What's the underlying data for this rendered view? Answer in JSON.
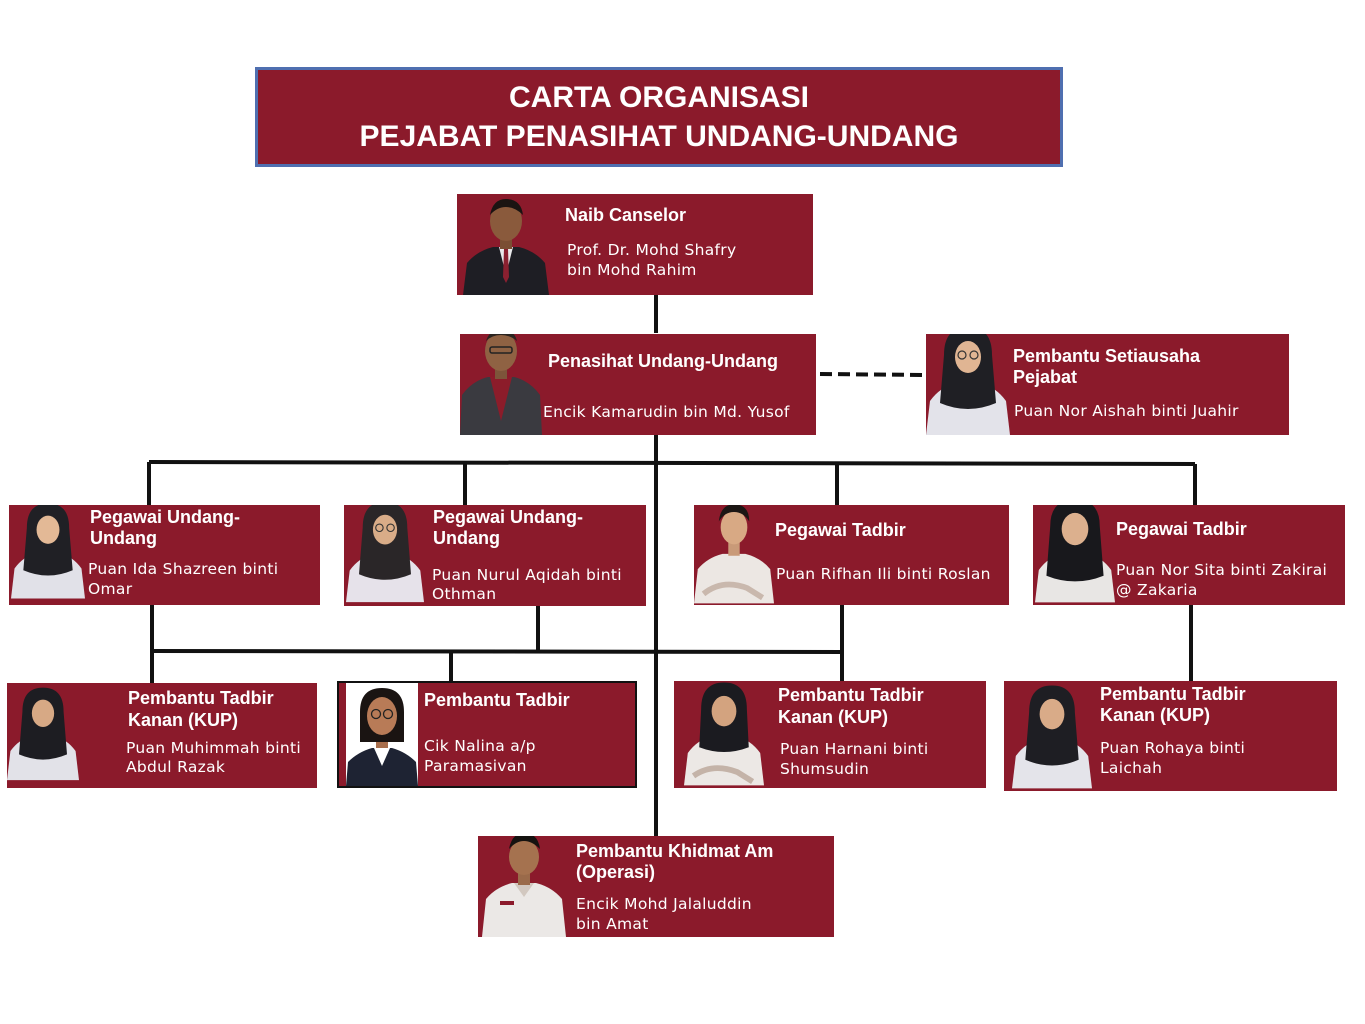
{
  "title": {
    "line1": "CARTA ORGANISASI",
    "line2": "PEJABAT PENASIHAT UNDANG-UNDANG"
  },
  "colors": {
    "box": "#8b1a2b",
    "title_border": "#4f6fb0",
    "line": "#111111"
  },
  "nodes": {
    "vc": {
      "role": "Naib Canselor",
      "name1": "Prof. Dr. Mohd Shafry",
      "name2": "bin Mohd Rahim",
      "photo": "man-in-suit-photo"
    },
    "legal": {
      "role": "Penasihat Undang-Undang",
      "name1": "Encik Kamarudin bin Md. Yusof",
      "photo": "man-in-suit-photo"
    },
    "sec": {
      "role1": "Pembantu Setiausaha",
      "role2": "Pejabat",
      "name1": "Puan Nor Aishah binti Juahir",
      "photo": "woman-in-hijab-photo"
    },
    "puu1": {
      "role1": "Pegawai Undang-",
      "role2": "Undang",
      "name1": "Puan Ida Shazreen binti",
      "name2": "Omar",
      "photo": "woman-in-hijab-photo"
    },
    "puu2": {
      "role1": "Pegawai Undang-",
      "role2": "Undang",
      "name1": "Puan Nurul Aqidah binti",
      "name2": "Othman",
      "photo": "woman-in-hijab-photo"
    },
    "pt1": {
      "role": "Pegawai Tadbir",
      "name1": "Puan Rifhan Ili binti Roslan",
      "photo": "woman-in-uniform-photo"
    },
    "pt2": {
      "role": "Pegawai Tadbir",
      "name1": "Puan Nor Sita binti Zakirai",
      "name2": "@ Zakaria",
      "photo": "woman-in-hijab-photo"
    },
    "ptk1": {
      "role1": "Pembantu Tadbir",
      "role2": "Kanan (KUP)",
      "name1": "Puan Muhimmah binti",
      "name2": "Abdul Razak",
      "photo": "woman-in-hijab-photo"
    },
    "ptb": {
      "role": "Pembantu Tadbir",
      "name1": "Cik Nalina a/p",
      "name2": "Paramasivan",
      "photo": "woman-portrait-photo"
    },
    "ptk2": {
      "role1": "Pembantu Tadbir",
      "role2": "Kanan (KUP)",
      "name1": "Puan Harnani binti",
      "name2": "Shumsudin",
      "photo": "woman-in-hijab-photo"
    },
    "ptk3": {
      "role1": "Pembantu Tadbir",
      "role2": "Kanan (KUP)",
      "name1": "Puan Rohaya binti",
      "name2": "Laichah",
      "photo": "woman-in-hijab-photo"
    },
    "pka": {
      "role1": "Pembantu Khidmat Am",
      "role2": "(Operasi)",
      "name1": "Encik Mohd Jalaluddin",
      "name2": "bin Amat",
      "photo": "man-in-uniform-photo"
    }
  }
}
